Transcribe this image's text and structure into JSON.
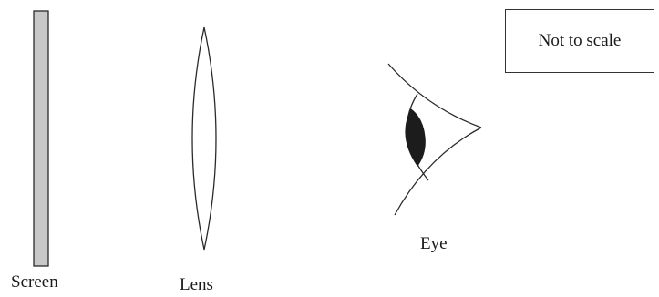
{
  "diagram": {
    "labels": {
      "screen": "Screen",
      "lens": "Lens",
      "eye": "Eye"
    },
    "scale_note": "Not to scale",
    "colors": {
      "line": "#2a2a2a",
      "screen_fill": "#c8c8c8",
      "pupil": "#1c1c1c",
      "background": "#ffffff"
    }
  }
}
